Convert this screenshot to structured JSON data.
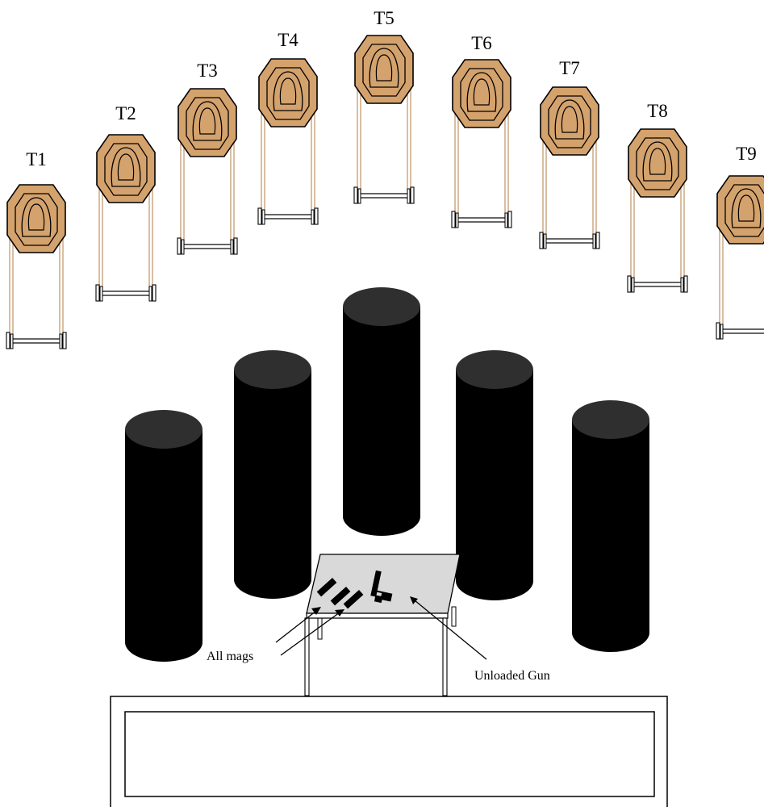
{
  "targets": [
    {
      "label": "T1"
    },
    {
      "label": "T2"
    },
    {
      "label": "T3"
    },
    {
      "label": "T4"
    },
    {
      "label": "T5"
    },
    {
      "label": "T6"
    },
    {
      "label": "T7"
    },
    {
      "label": "T8"
    },
    {
      "label": "T9"
    }
  ],
  "barrels": {
    "count": 5
  },
  "table": {
    "magazine_count": 3,
    "labels": {
      "mags": "All mags",
      "gun": "Unloaded Gun"
    }
  },
  "colors": {
    "target_fill": "#d4a26c",
    "target_stroke": "#000000",
    "stand": "#c9a27a",
    "barrel_body": "#000000",
    "barrel_top": "#2f2f2f",
    "table_top": "#d9d9d9"
  }
}
